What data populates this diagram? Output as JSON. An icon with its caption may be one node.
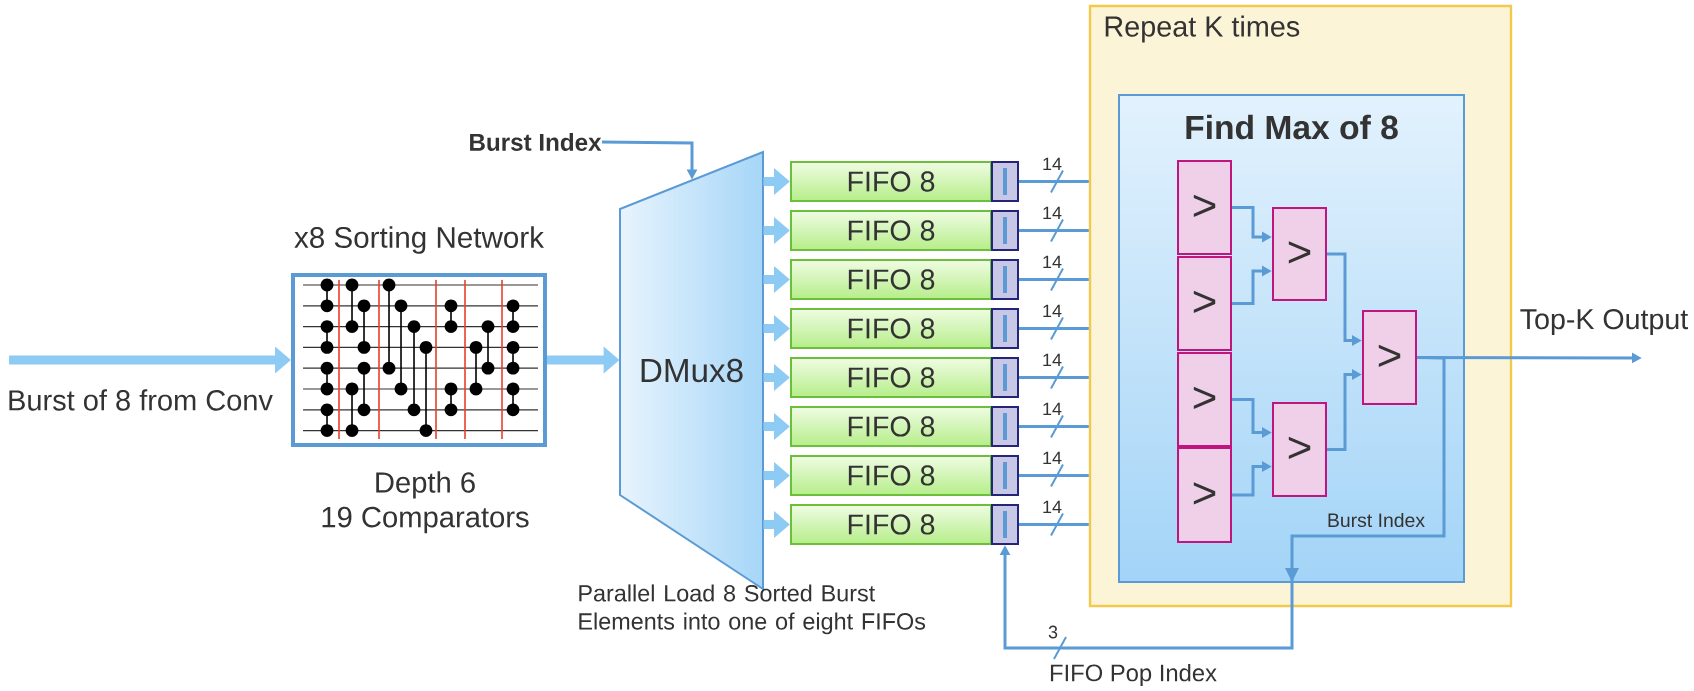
{
  "diagram": {
    "nodes": [
      {
        "text": [
          "x8 Sorting Network"
        ],
        "beside": [
          "Depth 6",
          "19 Comparators"
        ]
      },
      {
        "text": [
          "DMux8"
        ]
      },
      {
        "text": [
          "Burst Index"
        ]
      },
      {
        "text": [
          "FIFO 8"
        ]
      },
      {
        "text": [
          "FIFO 8"
        ]
      },
      {
        "text": [
          "FIFO 8"
        ]
      },
      {
        "text": [
          "FIFO 8"
        ]
      },
      {
        "text": [
          "FIFO 8"
        ]
      },
      {
        "text": [
          "FIFO 8"
        ]
      },
      {
        "text": [
          "FIFO 8"
        ]
      },
      {
        "text": [
          "FIFO 8"
        ]
      },
      {
        "text": [],
        "shape": "box"
      },
      {
        "text": [],
        "shape": "box"
      },
      {
        "text": [],
        "shape": "box"
      },
      {
        "text": [],
        "shape": "box"
      },
      {
        "text": [],
        "shape": "box"
      },
      {
        "text": [],
        "shape": "box"
      },
      {
        "text": [],
        "shape": "box"
      },
      {
        "text": [],
        "shape": "box"
      },
      {
        "text": [
          "Repeat K times"
        ]
      },
      {
        "text": [
          "Find Max of 8"
        ],
        "in": 19
      },
      {
        "text": [
          ">"
        ],
        "in": 20
      },
      {
        "text": [
          ">"
        ],
        "in": 20
      },
      {
        "text": [
          ">"
        ],
        "in": 20
      },
      {
        "text": [
          ">"
        ],
        "in": 20
      },
      {
        "text": [
          ">"
        ],
        "in": 20
      },
      {
        "text": [
          ">"
        ],
        "in": 20
      },
      {
        "text": [
          ">"
        ],
        "in": 20
      }
    ],
    "edges": [
      {
        "from": null,
        "to": 0,
        "arrow": "to",
        "style": "thick",
        "color": "#8ecbf4",
        "label": "Burst of 8 from Conv"
      },
      {
        "from": 0,
        "to": 1,
        "arrow": "to",
        "style": "thick",
        "color": "#8ecbf4"
      },
      {
        "from": 2,
        "to": 1,
        "arrow": "to"
      },
      {
        "from": 1,
        "to": 3,
        "arrow": "to",
        "style": "thick",
        "color": "#8ecbf4"
      },
      {
        "from": 1,
        "to": 4,
        "arrow": "to",
        "style": "thick",
        "color": "#8ecbf4"
      },
      {
        "from": 1,
        "to": 5,
        "arrow": "to",
        "style": "thick",
        "color": "#8ecbf4"
      },
      {
        "from": 1,
        "to": 6,
        "arrow": "to",
        "style": "thick",
        "color": "#8ecbf4"
      },
      {
        "from": 1,
        "to": 7,
        "arrow": "to",
        "style": "thick",
        "color": "#8ecbf4"
      },
      {
        "from": 1,
        "to": 8,
        "arrow": "to",
        "style": "thick",
        "color": "#8ecbf4"
      },
      {
        "from": 1,
        "to": 9,
        "arrow": "to",
        "style": "thick",
        "color": "#8ecbf4"
      },
      {
        "from": 1,
        "to": 10,
        "arrow": "to",
        "style": "thick",
        "color": "#8ecbf4"
      },
      {
        "from": 11,
        "to": 19,
        "arrow": "none",
        "label": "14"
      },
      {
        "from": 12,
        "to": 19,
        "arrow": "none",
        "label": "14"
      },
      {
        "from": 13,
        "to": 19,
        "arrow": "none",
        "label": "14"
      },
      {
        "from": 14,
        "to": 19,
        "arrow": "none",
        "label": "14"
      },
      {
        "from": 15,
        "to": 19,
        "arrow": "none",
        "label": "14"
      },
      {
        "from": 16,
        "to": 19,
        "arrow": "none",
        "label": "14"
      },
      {
        "from": 17,
        "to": 19,
        "arrow": "none",
        "label": "14"
      },
      {
        "from": 18,
        "to": 19,
        "arrow": "none",
        "label": "14"
      },
      {
        "from": 21,
        "to": 25,
        "arrow": "to"
      },
      {
        "from": 22,
        "to": 25,
        "arrow": "to"
      },
      {
        "from": 23,
        "to": 26,
        "arrow": "to"
      },
      {
        "from": 24,
        "to": 26,
        "arrow": "to"
      },
      {
        "from": 25,
        "to": 27,
        "arrow": "to"
      },
      {
        "from": 26,
        "to": 27,
        "arrow": "to"
      },
      {
        "from": 27,
        "to": null,
        "arrow": "to",
        "label": "Top-K Output"
      },
      {
        "from": 27,
        "to": 18,
        "arrow": "to",
        "label": "FIFO Pop Index"
      }
    ],
    "labels": [
      "Burst Index",
      "Parallel Load 8 Sorted Burst Elements into one of eight FIFOs",
      "3"
    ]
  }
}
